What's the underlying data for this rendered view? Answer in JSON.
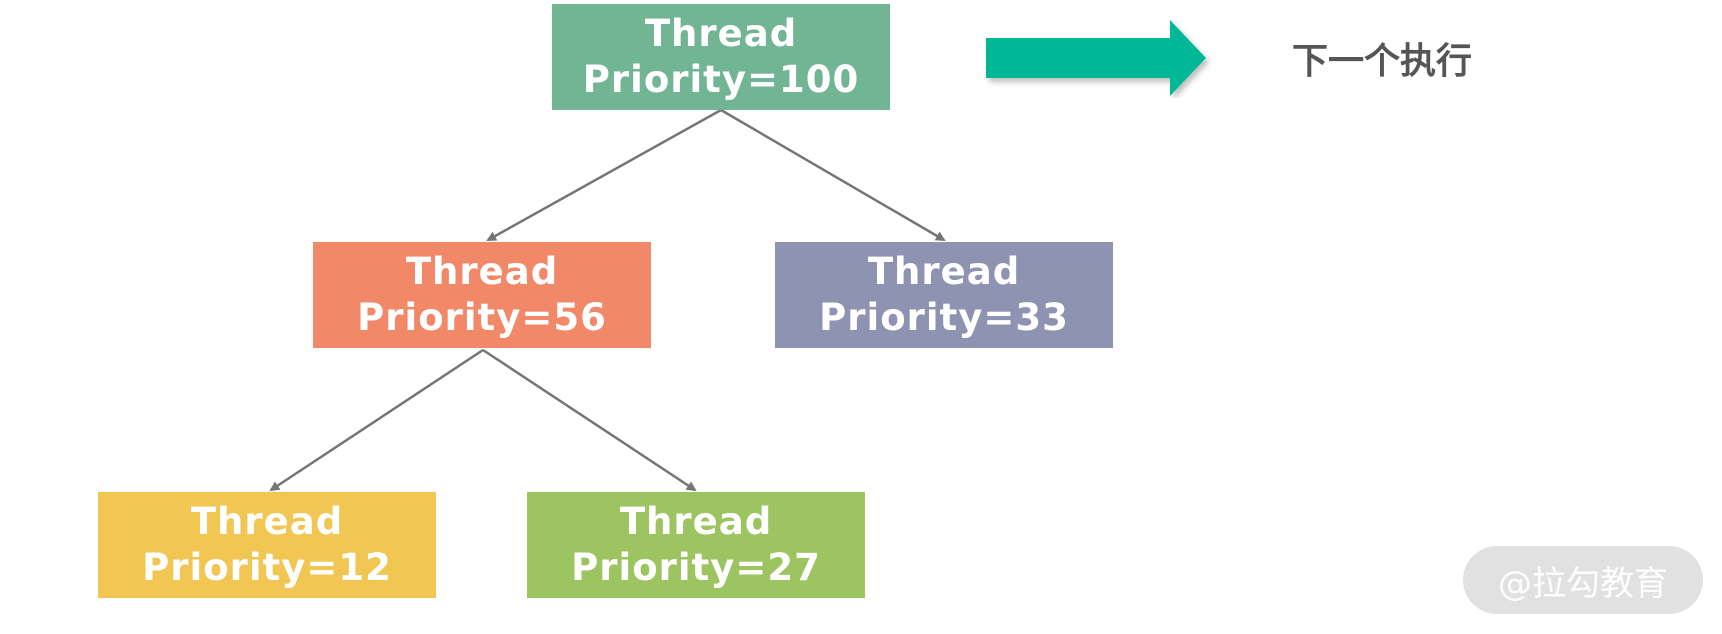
{
  "diagram": {
    "nodes": [
      {
        "id": "root",
        "line1": "Thread",
        "line2": "Priority=100",
        "color": "#72b594"
      },
      {
        "id": "left",
        "line1": "Thread",
        "line2": "Priority=56",
        "color": "#f18868"
      },
      {
        "id": "right",
        "line1": "Thread",
        "line2": "Priority=33",
        "color": "#8f93b2"
      },
      {
        "id": "ll",
        "line1": "Thread",
        "line2": "Priority=12",
        "color": "#f1c652"
      },
      {
        "id": "lr",
        "line1": "Thread",
        "line2": "Priority=27",
        "color": "#9cc562"
      }
    ],
    "edges": [
      {
        "from": "root",
        "to": "left"
      },
      {
        "from": "root",
        "to": "right"
      },
      {
        "from": "left",
        "to": "ll"
      },
      {
        "from": "left",
        "to": "lr"
      }
    ],
    "edge_color": "#757575",
    "next_arrow_color": "#00b896",
    "next_label": "下一个执行"
  },
  "watermark": {
    "text": "@拉勾教育"
  }
}
